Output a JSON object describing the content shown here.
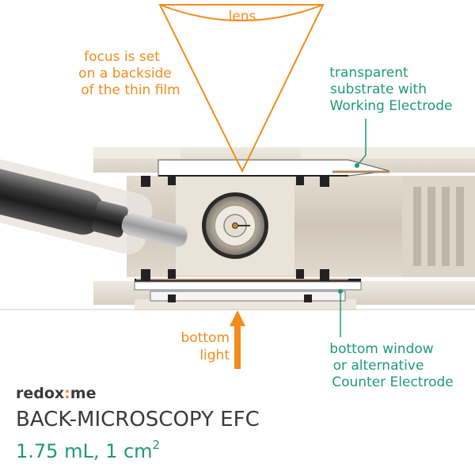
{
  "labels": {
    "lens": "lens",
    "focus": [
      "focus is set",
      "on a backside",
      "of the thin film"
    ],
    "substrate": [
      "transparent",
      "substrate with",
      "Working Electrode"
    ],
    "bottom_light": [
      "bottom",
      "light"
    ],
    "bottom_window": [
      "bottom window",
      "or alternative",
      "Counter Electrode"
    ]
  },
  "branding": {
    "logo": "redox:me",
    "product": "BACK-MICROSCOPY EFC",
    "spec": "1.75 mL, 1 cm",
    "spec_sup": "2"
  },
  "colors": {
    "orange": "#f28c1a",
    "teal": "#1e9a78",
    "dark_text": "#3a3a3a",
    "body": "#e6dfd4"
  },
  "icons": [
    "lens-cone",
    "arrow-up-icon",
    "teal-leader-line"
  ]
}
